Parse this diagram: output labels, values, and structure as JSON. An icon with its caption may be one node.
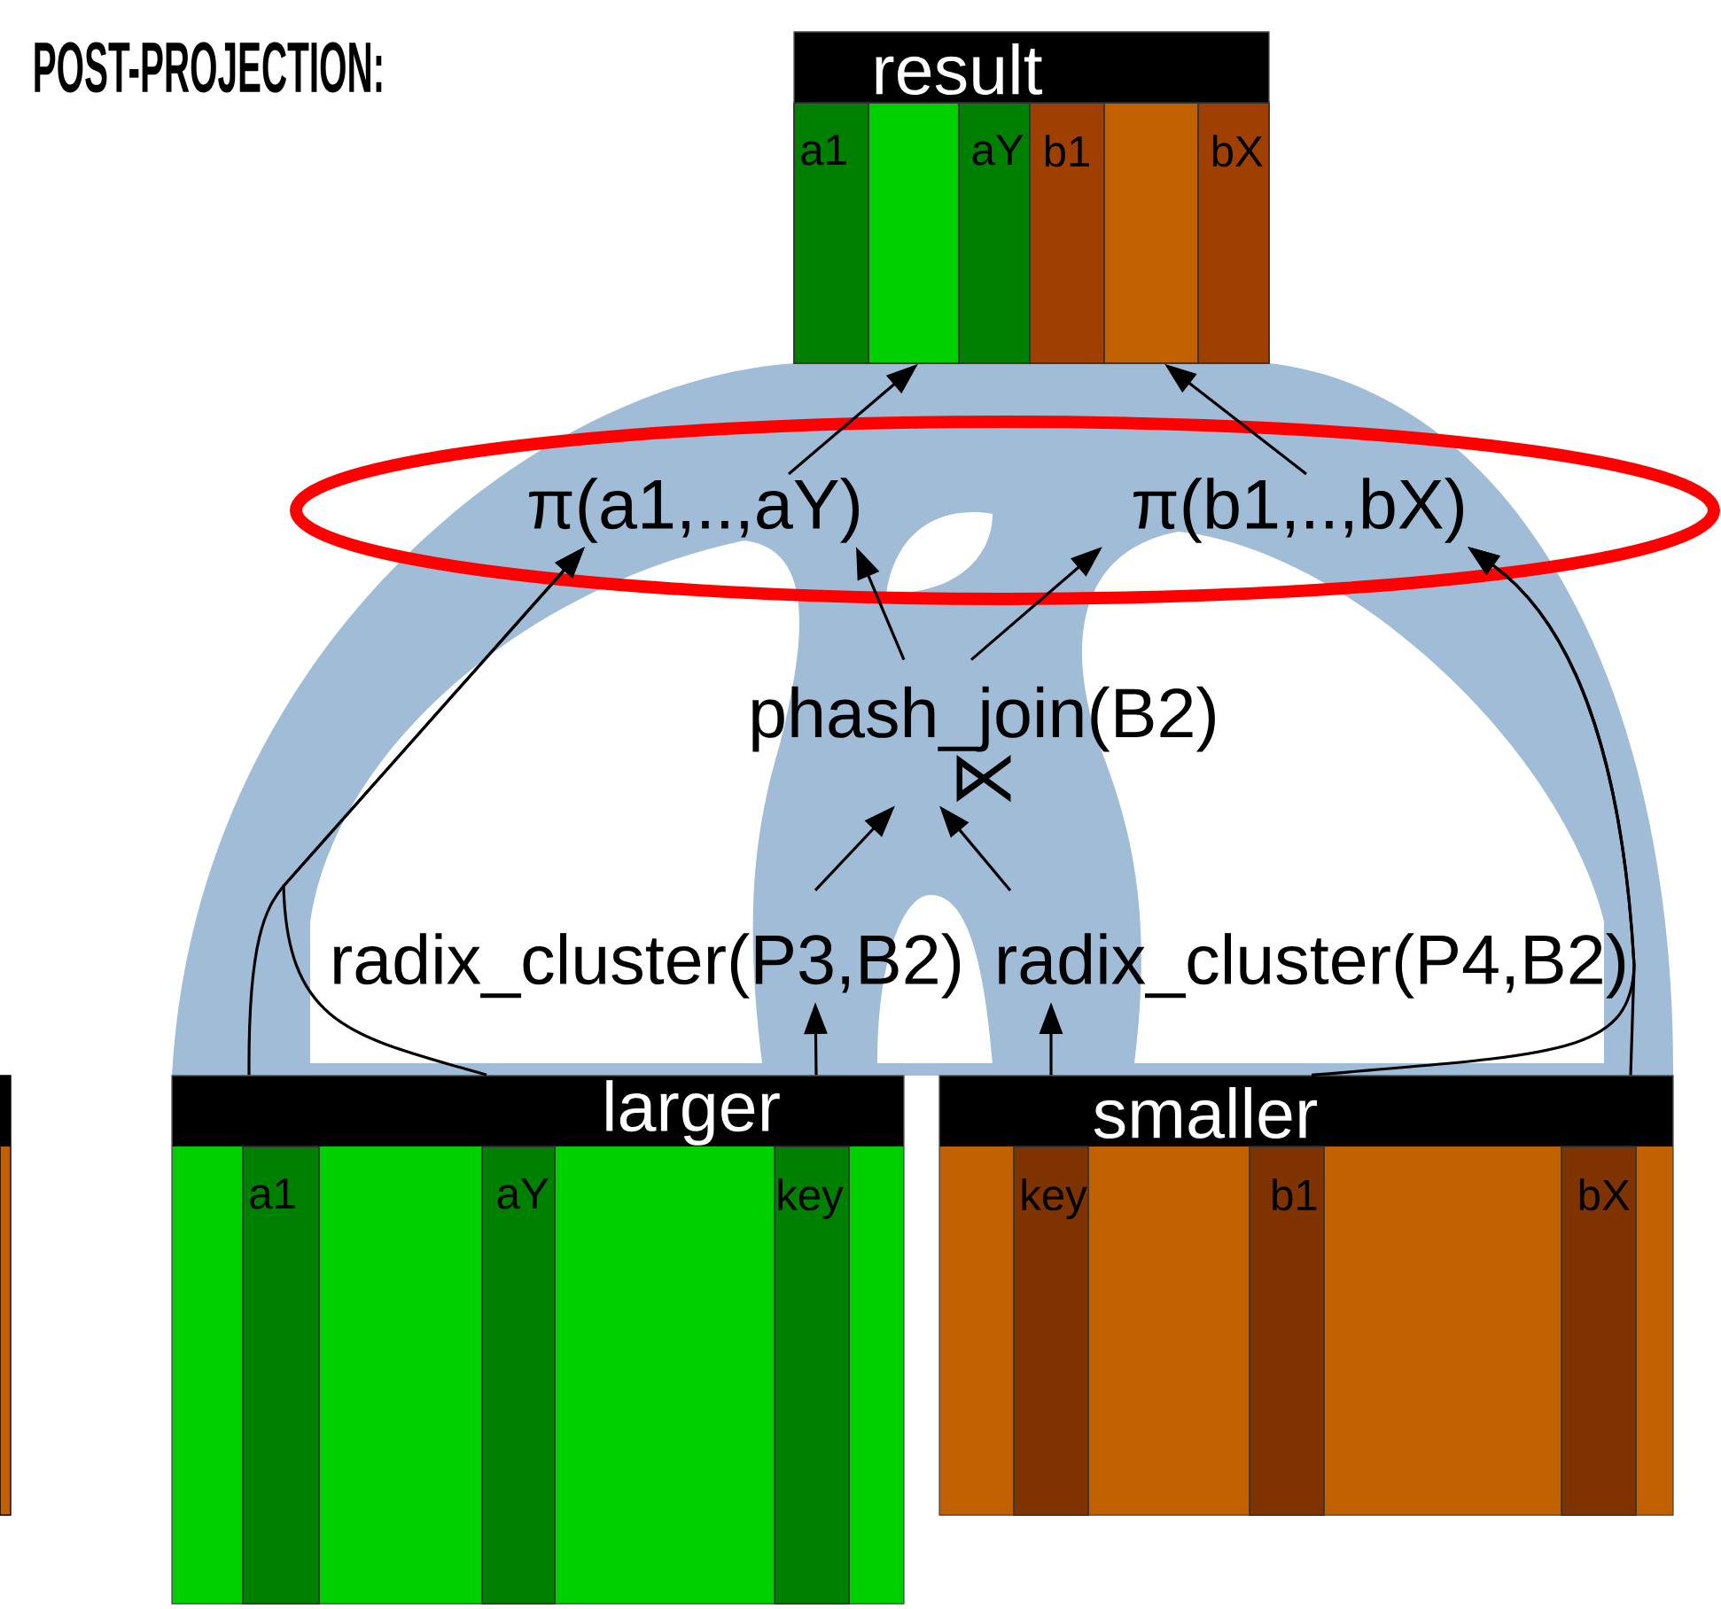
{
  "diagram": {
    "title": "POST-PROJECTION:",
    "nodes": [
      {
        "text": [
          "result"
        ]
      },
      {
        "text": [
          "a1"
        ],
        "in": 0
      },
      {
        "text": [],
        "shape": "bar",
        "in": 0
      },
      {
        "text": [
          "aY"
        ],
        "in": 0
      },
      {
        "text": [
          "b1"
        ],
        "in": 0
      },
      {
        "text": [],
        "shape": "bar",
        "in": 0
      },
      {
        "text": [
          "bX"
        ],
        "in": 0
      },
      {
        "text": [
          "π(a1,..,aY)"
        ]
      },
      {
        "text": [
          "π(b1,..,bX)"
        ]
      },
      {
        "text": [
          "phash_join(B2)",
          "⋉"
        ]
      },
      {
        "text": [
          "radix_cluster(P3,B2)"
        ]
      },
      {
        "text": [
          "radix_cluster(P4,B2)"
        ]
      },
      {
        "text": [],
        "shape": "box"
      },
      {
        "text": [
          "larger"
        ]
      },
      {
        "text": [
          "a1"
        ],
        "in": 13
      },
      {
        "text": [
          "aY"
        ],
        "in": 13
      },
      {
        "text": [
          "key"
        ],
        "in": 13
      },
      {
        "text": [
          "smaller"
        ]
      },
      {
        "text": [
          "key"
        ],
        "in": 17
      },
      {
        "text": [
          "b1"
        ],
        "in": 17
      },
      {
        "text": [
          "bX"
        ],
        "in": 17
      }
    ],
    "edges": [
      {
        "from": 7,
        "to": 0,
        "arrow": "to"
      },
      {
        "from": 8,
        "to": 0,
        "arrow": "to"
      },
      {
        "from": 9,
        "to": 7,
        "arrow": "to"
      },
      {
        "from": 9,
        "to": 8,
        "arrow": "to"
      },
      {
        "from": 10,
        "to": 9,
        "arrow": "to"
      },
      {
        "from": 11,
        "to": 9,
        "arrow": "to"
      },
      {
        "from": 13,
        "to": 10,
        "arrow": "to"
      },
      {
        "from": 17,
        "to": 11,
        "arrow": "to"
      },
      {
        "from": 13,
        "to": 7,
        "arrow": "to"
      },
      {
        "from": 13,
        "to": 7,
        "arrow": "to"
      },
      {
        "from": 17,
        "to": 8,
        "arrow": "to"
      },
      {
        "from": 17,
        "to": 8,
        "arrow": "to"
      }
    ]
  }
}
